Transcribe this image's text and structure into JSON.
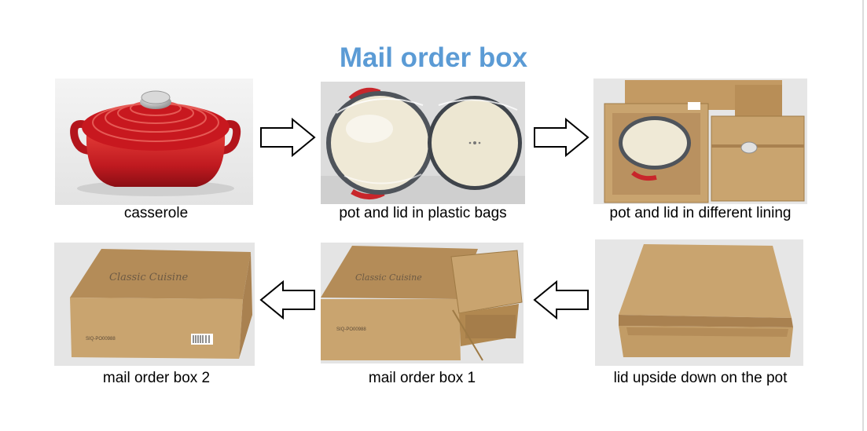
{
  "title": "Mail order box",
  "steps": [
    {
      "caption": "casserole"
    },
    {
      "caption": "pot and lid in plastic bags"
    },
    {
      "caption": "pot and lid in different lining"
    },
    {
      "caption": "lid upside down on the pot"
    },
    {
      "caption": "mail order box 1"
    },
    {
      "caption": "mail order box 2"
    }
  ],
  "box_branding": {
    "brand_text": "Classic Cuisine",
    "code_text": "SIQ-PO00988"
  },
  "colors": {
    "title": "#5b9bd5",
    "casserole_red": "#c61d24",
    "cardboard": "#c9a46f",
    "enamel_cream": "#ede7d2"
  }
}
